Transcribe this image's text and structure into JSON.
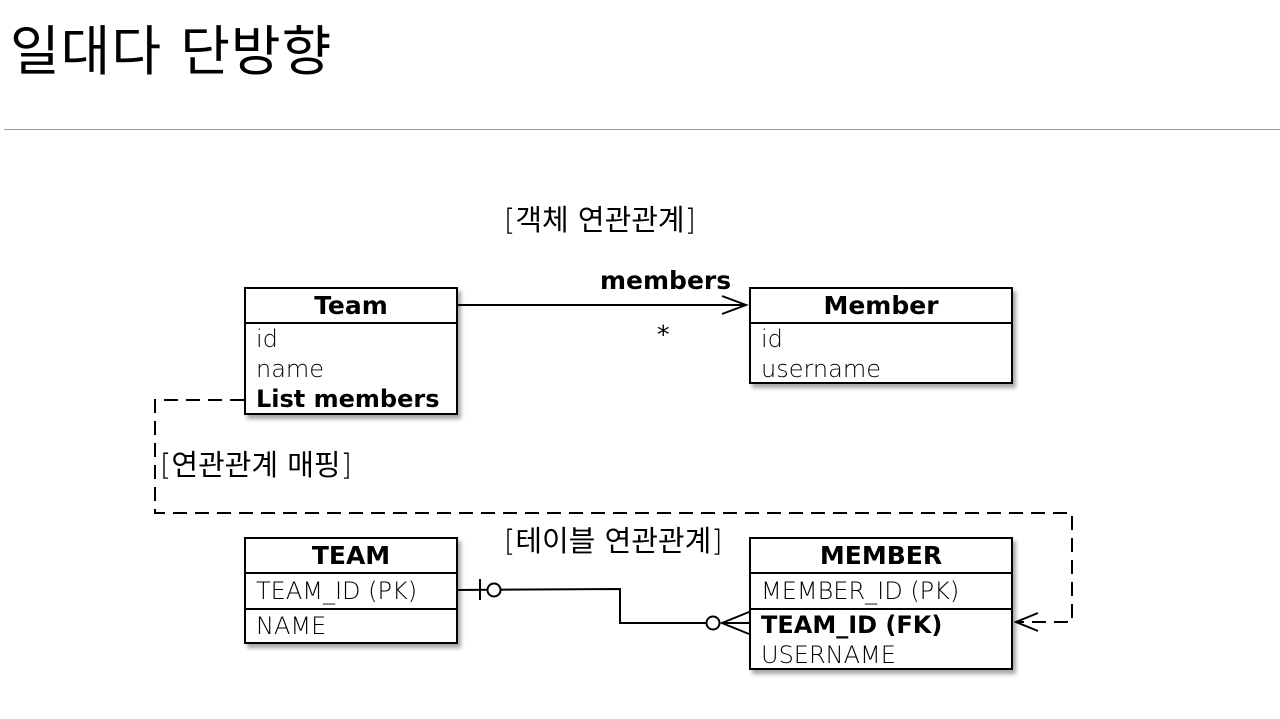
{
  "page": {
    "title": "일대다 단방향"
  },
  "captions": {
    "object_relation": "[객체 연관관계]",
    "relation_mapping": "[연관관계 매핑]",
    "table_relation": "[테이블 연관관계]"
  },
  "object_model": {
    "team": {
      "name": "Team",
      "attributes": [
        "id",
        "name",
        "List members"
      ]
    },
    "member": {
      "name": "Member",
      "attributes": [
        "id",
        "username"
      ]
    },
    "association": {
      "role": "members",
      "multiplicity": "*"
    }
  },
  "table_model": {
    "team": {
      "name": "TEAM",
      "columns": [
        "TEAM_ID (PK)",
        "NAME"
      ]
    },
    "member": {
      "name": "MEMBER",
      "columns": [
        "MEMBER_ID (PK)",
        "TEAM_ID (FK)",
        "USERNAME"
      ]
    }
  }
}
